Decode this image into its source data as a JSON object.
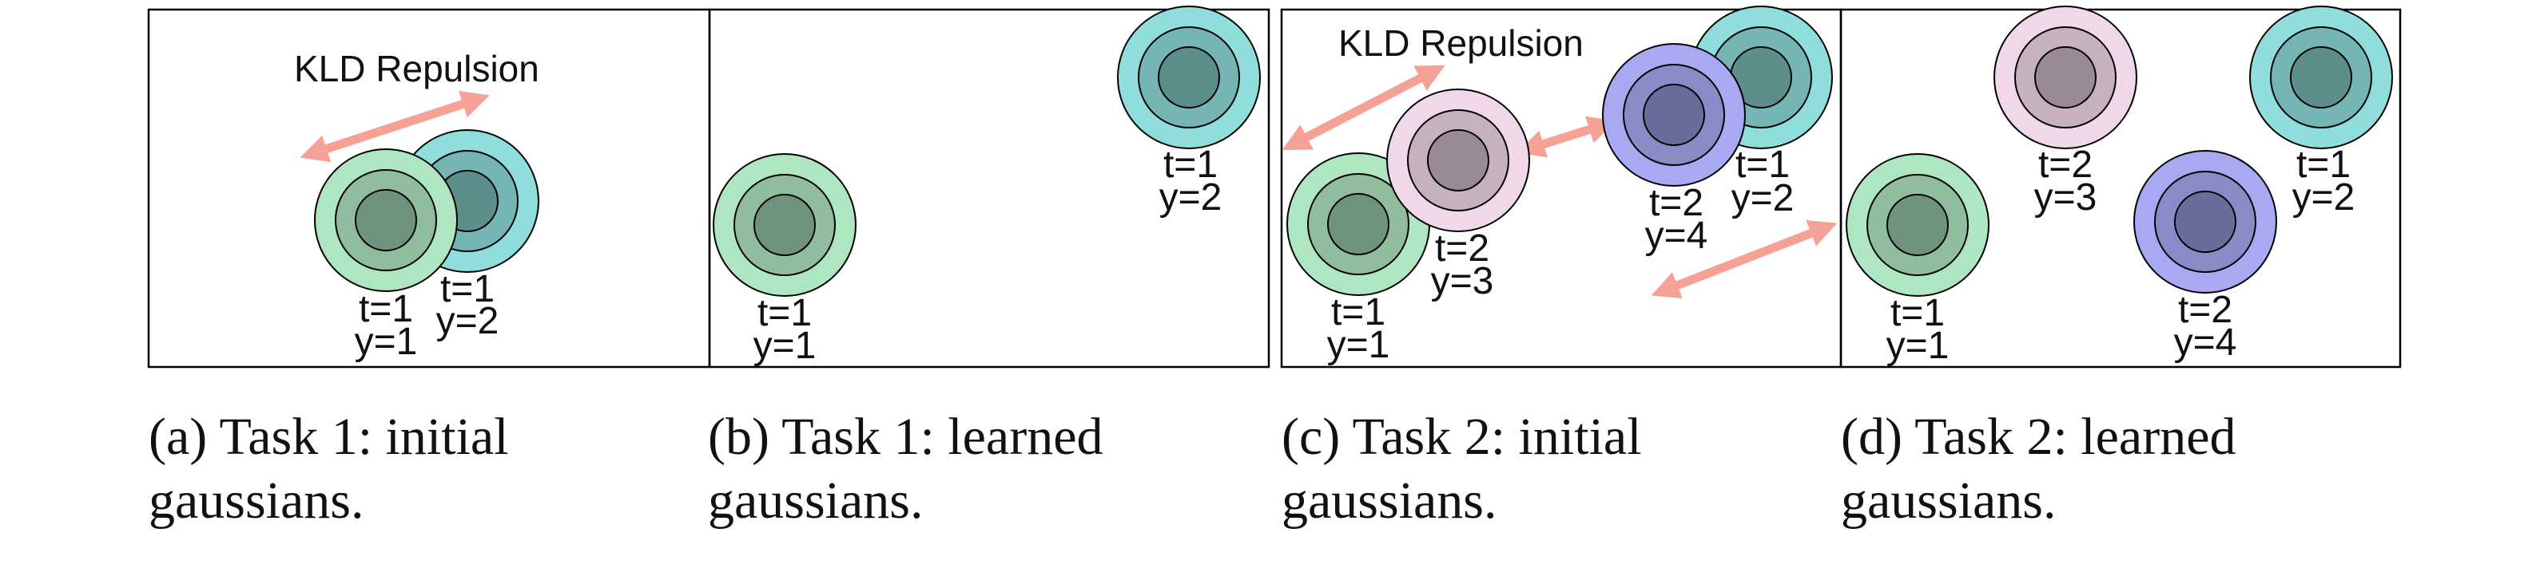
{
  "colors": {
    "green": "#aee6c1",
    "teal": "#8fdedb",
    "pink": "#f1d8e8",
    "blue": "#a8a8f3",
    "arrow": "#f6a196",
    "border": "#000000"
  },
  "panels": [
    {
      "caption": [
        "(a) Task 1: initial",
        "gaussians."
      ],
      "annotation": "KLD Repulsion",
      "gaussians": [
        {
          "t": "t=1",
          "y": "y=2",
          "color": "teal"
        },
        {
          "t": "t=1",
          "y": "y=1",
          "color": "green"
        }
      ]
    },
    {
      "caption": [
        "(b) Task 1: learned",
        "gaussians."
      ],
      "gaussians": [
        {
          "t": "t=1",
          "y": "y=1",
          "color": "green"
        },
        {
          "t": "t=1",
          "y": "y=2",
          "color": "teal"
        }
      ]
    },
    {
      "caption": [
        "(c) Task 2: initial",
        "gaussians."
      ],
      "annotation": "KLD Repulsion",
      "gaussians": [
        {
          "t": "t=1",
          "y": "y=2",
          "color": "teal"
        },
        {
          "t": "t=2",
          "y": "y=4",
          "color": "blue"
        },
        {
          "t": "t=1",
          "y": "y=1",
          "color": "green"
        },
        {
          "t": "t=2",
          "y": "y=3",
          "color": "pink"
        }
      ]
    },
    {
      "caption": [
        "(d) Task 2: learned",
        "gaussians."
      ],
      "gaussians": [
        {
          "t": "t=1",
          "y": "y=1",
          "color": "green"
        },
        {
          "t": "t=2",
          "y": "y=3",
          "color": "pink"
        },
        {
          "t": "t=2",
          "y": "y=4",
          "color": "blue"
        },
        {
          "t": "t=1",
          "y": "y=2",
          "color": "teal"
        }
      ]
    }
  ]
}
